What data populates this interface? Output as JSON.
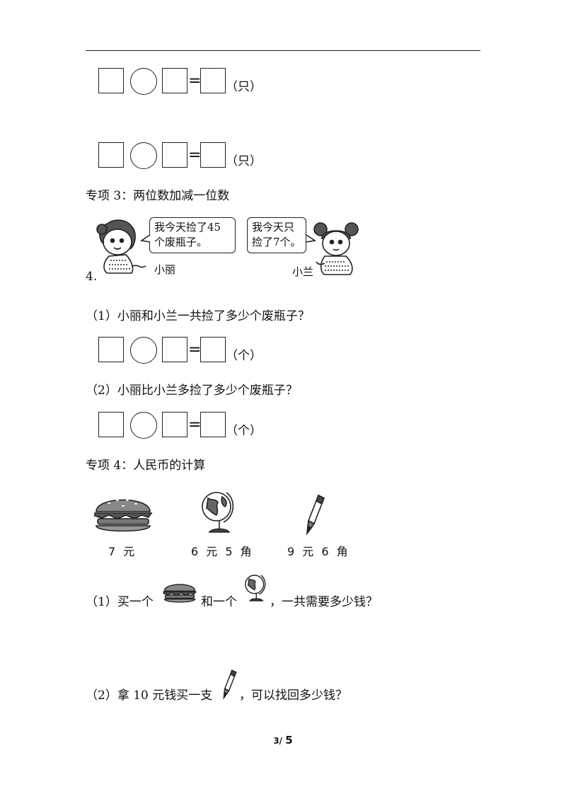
{
  "equations": [
    {
      "unit": "（只）"
    },
    {
      "unit": "（只）"
    },
    {
      "unit": "（个）"
    },
    {
      "unit": "（个）"
    }
  ],
  "section3": {
    "title": "专项 3：两位数加减一位数",
    "problem_number": "4.",
    "bubble_left": [
      "我今天捡了45",
      "个废瓶子。"
    ],
    "bubble_right": [
      "我今天只",
      "捡了7个。"
    ],
    "name_left": "小丽",
    "name_right": "小兰",
    "q1": "（1）小丽和小兰一共捡了多少个废瓶子？",
    "q2": "（2）小丽比小兰多捡了多少个废瓶子？"
  },
  "section4": {
    "title": "专项 4：人民币的计算",
    "items": [
      {
        "icon": "hamburger-icon",
        "price": "7 元"
      },
      {
        "icon": "globe-icon",
        "price": "6 元 5 角"
      },
      {
        "icon": "pen-icon",
        "price": "9 元 6 角"
      }
    ],
    "q1_part1": "（1）买一个",
    "q1_part2": "和一个",
    "q1_part3": "，一共需要多少钱？",
    "q2_part1": "（2）拿 10 元钱买一支",
    "q2_part2": "，可以找回多少钱？"
  },
  "page": {
    "current": "3/",
    "total": "5"
  }
}
